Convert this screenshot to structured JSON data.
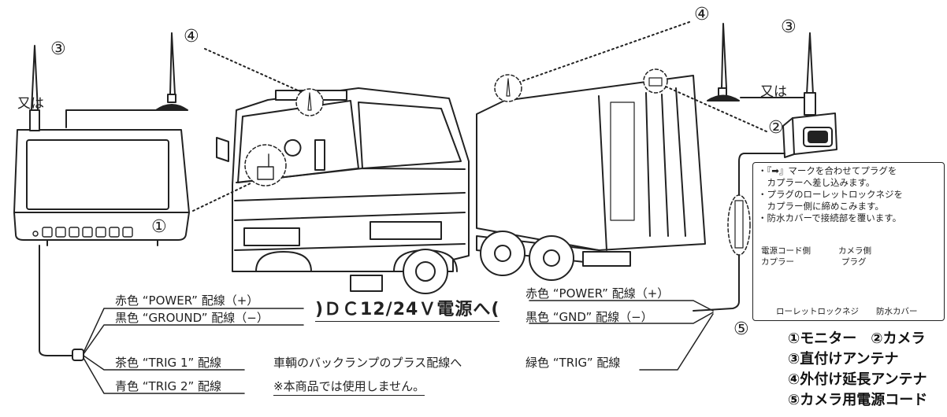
{
  "callouts": {
    "n1": "①",
    "n2": "②",
    "n3_left": "③",
    "n3_right": "③",
    "n4_left": "④",
    "n4_right": "④",
    "n5": "⑤"
  },
  "or_label_left": "又は",
  "or_label_right": "又は",
  "left_wiring": {
    "power": "赤色 “POWER” 配線（+）",
    "ground": "黒色 “GROUND” 配線（−）",
    "trig1": "茶色 “TRIG 1” 配線",
    "trig2": "青色 “TRIG 2” 配線"
  },
  "dc_label": ")ＤＣ12/24Ｖ電源へ(",
  "trig1_note": "車輌のバックランプのプラス配線へ",
  "trig2_note": "※本商品では使用しません。",
  "right_wiring": {
    "power": "赤色 “POWER” 配線（+）",
    "gnd": "黒色 “GND” 配線（−）",
    "trig": "緑色 “TRIG” 配線"
  },
  "instructions": [
    "・『➡』マークを合わせてプラグを",
    "　カプラーへ差し込みます。",
    "・プラグのローレットロックネジを",
    "　カプラー側に締めこみます。",
    "・防水カバーで接続部を覆います。"
  ],
  "connector_labels": {
    "left_top": "電源コード側",
    "left_bottom": "カプラー",
    "right_top": "カメラ側",
    "right_bottom": "プラグ",
    "knurl": "ローレットロックネジ",
    "cover": "防水カバー"
  },
  "legend": [
    "①モニター　②カメラ",
    "③直付けアンテナ",
    "④外付け延長アンテナ",
    "⑤カメラ用電源コード"
  ],
  "monitor_buttons": [
    "power-icon",
    "left-arrow-icon",
    "right-arrow-icon",
    "square-icon",
    "down-triangle-icon",
    "up-triangle-icon",
    "mirror-icon"
  ]
}
